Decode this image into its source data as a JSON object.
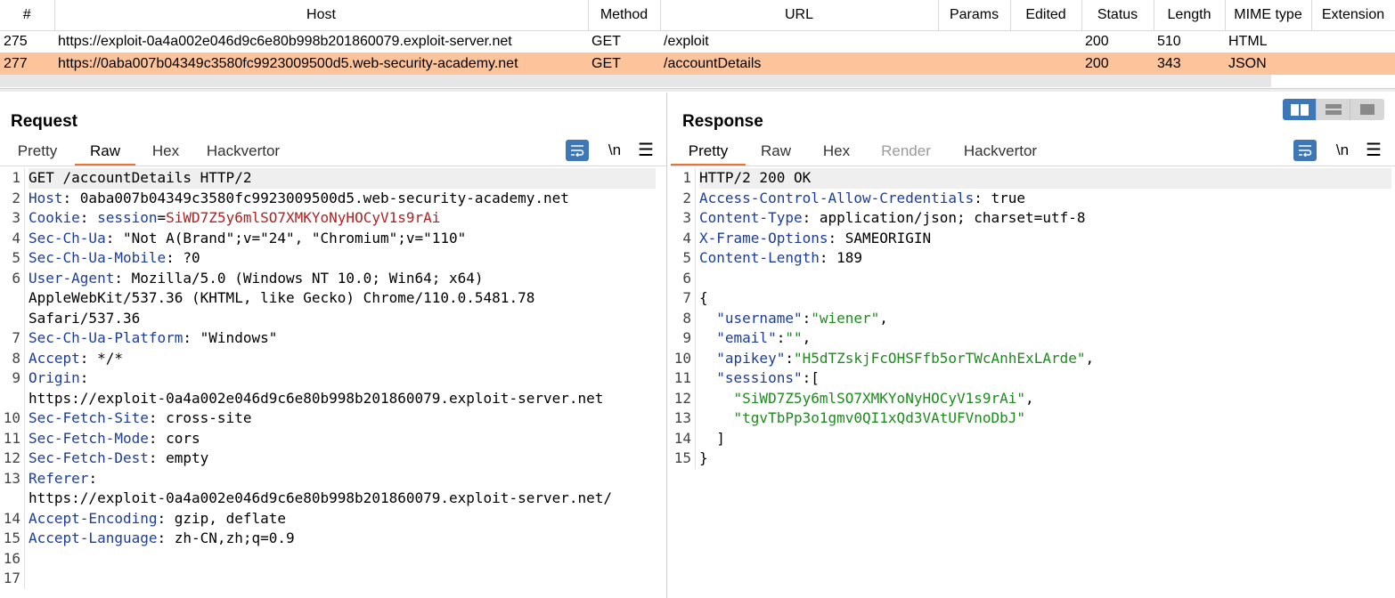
{
  "history": {
    "columns": [
      "#",
      "Host",
      "Method",
      "URL",
      "Params",
      "Edited",
      "Status",
      "Length",
      "MIME type",
      "Extension"
    ],
    "rows": [
      {
        "num": "275",
        "host": "https://exploit-0a4a002e046d9c6e80b998b201860079.exploit-server.net",
        "method": "GET",
        "url": "/exploit",
        "params": "",
        "edited": "",
        "status": "200",
        "length": "510",
        "mime": "HTML",
        "ext": ""
      },
      {
        "num": "277",
        "host": "https://0aba007b04349c3580fc9923009500d5.web-security-academy.net",
        "method": "GET",
        "url": "/accountDetails",
        "params": "",
        "edited": "",
        "status": "200",
        "length": "343",
        "mime": "JSON",
        "ext": "",
        "selected": true
      }
    ]
  },
  "request": {
    "title": "Request",
    "tabs": [
      "Pretty",
      "Raw",
      "Hex",
      "Hackvertor"
    ],
    "active_tab": "Raw",
    "wrap_icon": "wrap-lines-icon",
    "newline_label": "\\n",
    "menu_icon": "hamburger-menu-icon",
    "line_numbers": [
      "1",
      "2",
      "3",
      "4",
      "5",
      "6",
      "",
      "",
      "7",
      "8",
      "9",
      "",
      "10",
      "11",
      "12",
      "13",
      "",
      "14",
      "15",
      "16",
      "17"
    ],
    "lines": {
      "l1": "GET /accountDetails HTTP/2",
      "l2k": "Host",
      "l2v": ": 0aba007b04349c3580fc9923009500d5.web-security-academy.net",
      "l3k": "Cookie",
      "l3c": "session",
      "l3eq": "=",
      "l3v": "SiWD7Z5y6mlSO7XMKYoNyHOCyV1s9rAi",
      "l4k": "Sec-Ch-Ua",
      "l4v": ": \"Not A(Brand\";v=\"24\", \"Chromium\";v=\"110\"",
      "l5k": "Sec-Ch-Ua-Mobile",
      "l5v": ": ?0",
      "l6k": "User-Agent",
      "l6v": ": Mozilla/5.0 (Windows NT 10.0; Win64; x64)",
      "l6b": "AppleWebKit/537.36 (KHTML, like Gecko) Chrome/110.0.5481.78",
      "l6c": "Safari/537.36",
      "l7k": "Sec-Ch-Ua-Platform",
      "l7v": ": \"Windows\"",
      "l8k": "Accept",
      "l8v": ": */*",
      "l9k": "Origin",
      "l9v": ":",
      "l9b": "https://exploit-0a4a002e046d9c6e80b998b201860079.exploit-server.net",
      "l10k": "Sec-Fetch-Site",
      "l10v": ": cross-site",
      "l11k": "Sec-Fetch-Mode",
      "l11v": ": cors",
      "l12k": "Sec-Fetch-Dest",
      "l12v": ": empty",
      "l13k": "Referer",
      "l13v": ":",
      "l13b": "https://exploit-0a4a002e046d9c6e80b998b201860079.exploit-server.net/",
      "l14k": "Accept-Encoding",
      "l14v": ": gzip, deflate",
      "l15k": "Accept-Language",
      "l15v": ": zh-CN,zh;q=0.9"
    }
  },
  "response": {
    "title": "Response",
    "tabs": [
      "Pretty",
      "Raw",
      "Hex",
      "Render",
      "Hackvertor"
    ],
    "active_tab": "Pretty",
    "disabled_tab": "Render",
    "line_numbers": [
      "1",
      "2",
      "3",
      "4",
      "5",
      "6",
      "7",
      "8",
      "9",
      "10",
      "11",
      "12",
      "13",
      "14",
      "15"
    ],
    "lines": {
      "l1": "HTTP/2 200 OK",
      "l2k": "Access-Control-Allow-Credentials",
      "l2v": ": true",
      "l3k": "Content-Type",
      "l3v": ": application/json; charset=utf-8",
      "l4k": "X-Frame-Options",
      "l4v": ": SAMEORIGIN",
      "l5k": "Content-Length",
      "l5v": ": 189",
      "l7": "{",
      "l8k": "\"username\"",
      "l8s": ":",
      "l8v": "\"wiener\"",
      "l8e": ",",
      "l9k": "\"email\"",
      "l9s": ":",
      "l9v": "\"\"",
      "l9e": ",",
      "l10k": "\"apikey\"",
      "l10s": ":",
      "l10v": "\"H5dTZskjFcOHSFfb5orTWcAnhExLArde\"",
      "l10e": ",",
      "l11k": "\"sessions\"",
      "l11s": ":[",
      "l12v": "\"SiWD7Z5y6mlSO7XMKYoNyHOCyV1s9rAi\"",
      "l12e": ",",
      "l13v": "\"tgvTbPp3o1gmv0QI1xQd3VAtUFVnoDbJ\"",
      "l14": "]",
      "l15": "}"
    }
  },
  "layout_toggle": {
    "options": [
      "side-by-side",
      "horizontal",
      "single"
    ],
    "active": "side-by-side"
  },
  "colors": {
    "selected_row": "#fdc49c",
    "accent_blue": "#3d77b5",
    "tab_underline": "#e8743b",
    "header_key": "#1c3d99",
    "cookie_value": "#b02222",
    "json_string": "#1f8a1f"
  }
}
